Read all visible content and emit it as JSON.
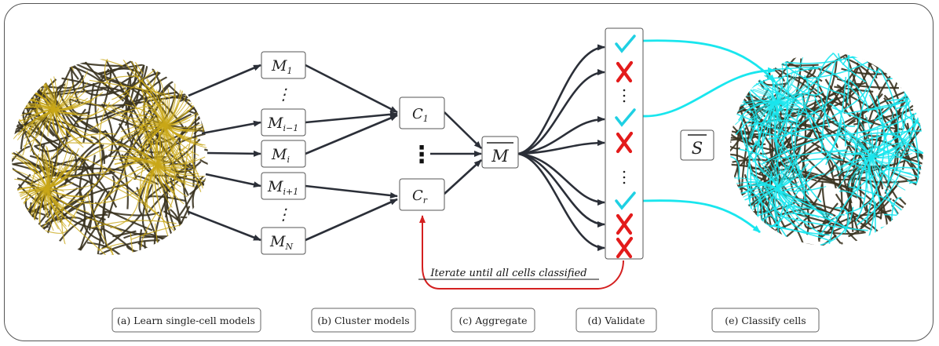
{
  "models": {
    "m1": {
      "base": "M",
      "sub": "1"
    },
    "m_im1": {
      "base": "M",
      "sub": "i−1"
    },
    "m_i": {
      "base": "M",
      "sub": "i"
    },
    "m_ip1": {
      "base": "M",
      "sub": "i+1"
    },
    "m_n": {
      "base": "M",
      "sub": "N"
    },
    "dots": "⋮"
  },
  "clusters": {
    "c1": {
      "base": "C",
      "sub": "1"
    },
    "cr": {
      "base": "C",
      "sub": "r"
    },
    "dots": "⋮"
  },
  "aggregate": {
    "label": "M"
  },
  "validate": {
    "checks": [
      "check",
      "cross",
      "dots",
      "check",
      "cross",
      "dots",
      "check",
      "cross",
      "cross"
    ]
  },
  "set_label": "S",
  "loop_label": "Iterate until all cells classified",
  "stages": [
    "(a) Learn single-cell models",
    "(b) Cluster models",
    "(c) Aggregate",
    "(d) Validate",
    "(e) Classify cells"
  ],
  "colors": {
    "cell_fiber": "#c9a818",
    "dark_fiber": "#3a3320",
    "classified": "#19e6ee",
    "arrow": "#2b2f38",
    "loop": "#d42020",
    "check": "#1fd0e3",
    "cross": "#e31b1b"
  }
}
